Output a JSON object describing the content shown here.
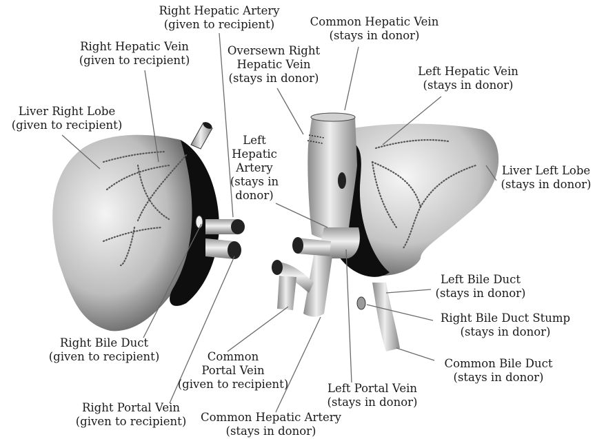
{
  "labels": {
    "right_hepatic_artery": {
      "line1": "Right Hepatic Artery",
      "line2": "(given to recipient)"
    },
    "common_hepatic_vein": {
      "line1": "Common Hepatic Vein",
      "line2": "(stays in donor)"
    },
    "right_hepatic_vein": {
      "line1": "Right Hepatic Vein",
      "line2": "(given to recipient)"
    },
    "oversewn_right_hepatic_vein": {
      "line1": "Oversewn Right",
      "line2": "Hepatic Vein",
      "line3": "(stays in donor)"
    },
    "left_hepatic_vein": {
      "line1": "Left Hepatic Vein",
      "line2": "(stays in donor)"
    },
    "liver_right_lobe": {
      "line1": "Liver Right Lobe",
      "line2": "(given to recipient)"
    },
    "left_hepatic_artery": {
      "line1": "Left",
      "line2": "Hepatic",
      "line3": "Artery",
      "line4": "(stays in",
      "line5": "donor)"
    },
    "liver_left_lobe": {
      "line1": "Liver Left Lobe",
      "line2": "(stays in donor)"
    },
    "left_bile_duct": {
      "line1": "Left Bile Duct",
      "line2": "(stays in donor)"
    },
    "right_bile_duct_stump": {
      "line1": "Right Bile Duct Stump",
      "line2": "(stays in donor)"
    },
    "right_bile_duct": {
      "line1": "Right Bile Duct",
      "line2": "(given to recipient)"
    },
    "common_portal_vein": {
      "line1": "Common",
      "line2": "Portal Vein",
      "line3": "(given to recipient)"
    },
    "common_bile_duct": {
      "line1": "Common Bile Duct",
      "line2": "(stays in donor)"
    },
    "left_portal_vein": {
      "line1": "Left Portal Vein",
      "line2": "(stays in donor)"
    },
    "right_portal_vein": {
      "line1": "Right Portal Vein",
      "line2": "(given to recipient)"
    },
    "common_hepatic_artery": {
      "line1": "Common Hepatic Artery",
      "line2": "(stays in donor)"
    }
  }
}
